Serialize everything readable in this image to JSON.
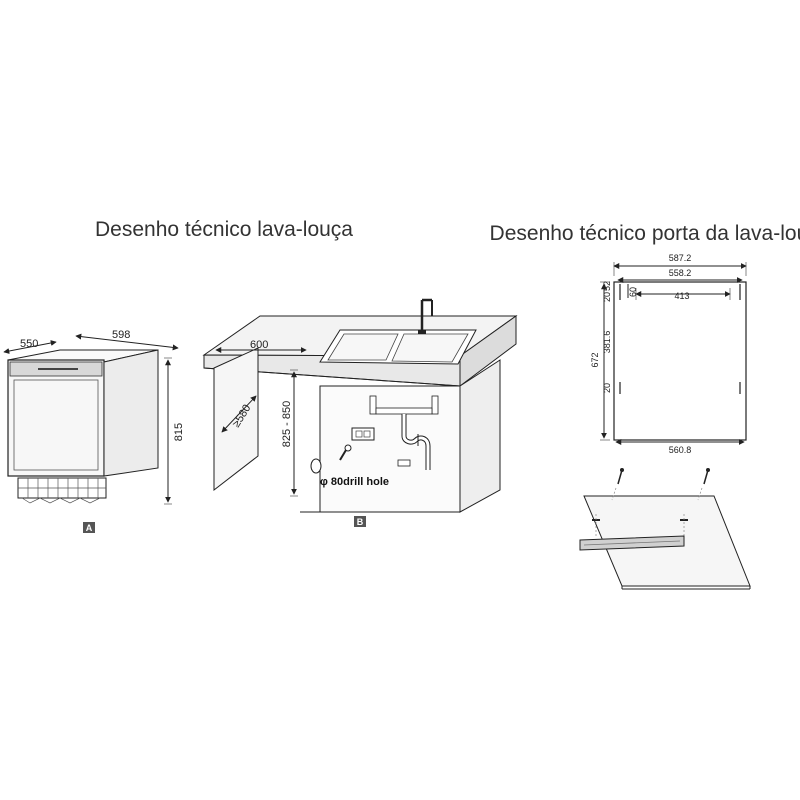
{
  "titles": {
    "left": "Desenho técnico lava-louça",
    "right": "Desenho técnico porta da lava-louça"
  },
  "figure_a": {
    "badge": "A",
    "depth": "550",
    "width": "598",
    "height": "815"
  },
  "figure_b": {
    "badge": "B",
    "cabinet_width": "600",
    "depth": "≥580",
    "height_range": "825 - 850",
    "drill_hole": "φ 80drill hole"
  },
  "door": {
    "outer_width": "587.2",
    "inner_width": "558.2",
    "handle_width": "413",
    "bottom_width": "560.8",
    "height": "672",
    "hole_spacing": "381.6",
    "top_offset_1": "20",
    "top_offset_2": "52",
    "handle_drop": "60",
    "bottom_offset": "20"
  },
  "colors": {
    "stroke": "#222222",
    "panel": "#f4f4f4",
    "countertop": "#ececec",
    "badge": "#555555"
  }
}
